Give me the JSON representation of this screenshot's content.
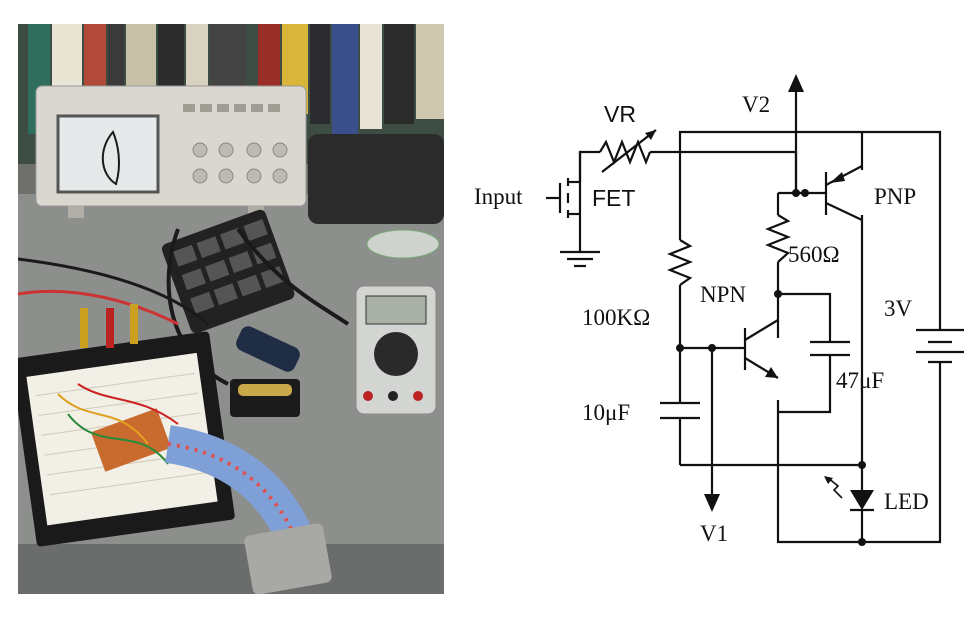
{
  "labels": {
    "vr": "VR",
    "v2": "V2",
    "input": "Input",
    "fet": "FET",
    "pnp": "PNP",
    "r560": "560Ω",
    "npn": "NPN",
    "r100k": "100KΩ",
    "v3": "3V",
    "c47": "47μF",
    "c10": "10μF",
    "led": "LED",
    "v1": "V1"
  },
  "colors": {
    "wire": "#111111",
    "bench": "#8d8f8c",
    "breadboard": "#f1efe6",
    "ribbon": "#7fa0d6"
  }
}
